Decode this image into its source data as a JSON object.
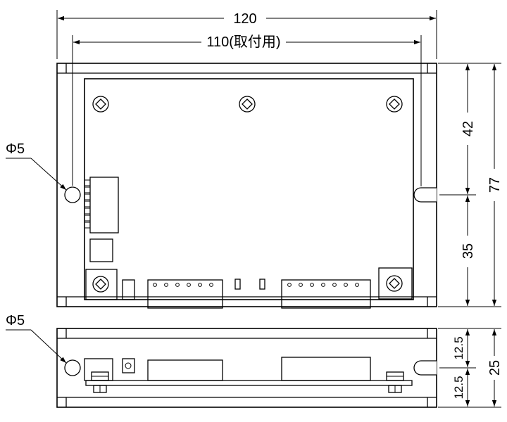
{
  "dimensions": {
    "overall_width": "120",
    "mounting_pitch": "110(取付用)",
    "hole_upper": "Φ5",
    "hole_lower": "Φ5",
    "top_offset": "42",
    "bottom_offset": "35",
    "overall_height": "77",
    "side_upper": "12.5",
    "side_lower": "12.5",
    "side_total": "25"
  },
  "colors": {
    "line": "#000000",
    "background": "#ffffff"
  }
}
